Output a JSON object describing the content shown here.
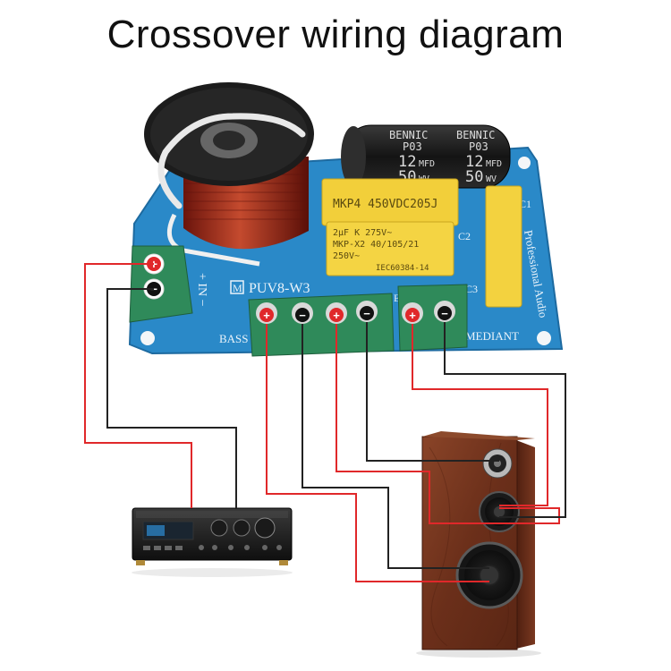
{
  "title": "Crossover wiring diagram",
  "board": {
    "model": "PUV8-W3",
    "model_prefix": "M",
    "bass_label": "BASS",
    "mediant_label": "MEDIANT",
    "in_label": "+ IN −",
    "side_text": "Professional Audio",
    "c1": "C1",
    "c2": "C2",
    "c3": "C3",
    "treble_letter": "E"
  },
  "capacitors": {
    "electrolytic_brand": "BENNIC",
    "electrolytic_code": "P03",
    "electrolytic_value": "12",
    "electrolytic_unit": "MFD",
    "electrolytic_voltage": "50",
    "electrolytic_voltage_unit": "WV",
    "film_main": "MKP4 450VDC205J",
    "film_small_line1": "2μF K 275V~",
    "film_small_line2": "MKP-X2 40/105/21",
    "film_small_line3": "250V~",
    "film_small_line4": "IEC60384-14"
  },
  "terminals": {
    "plus": "+",
    "minus": "−"
  },
  "colors": {
    "positive_wire": "#e0282a",
    "negative_wire": "#222222",
    "board": "#2a89c8",
    "terminal_block": "#2f8a5a",
    "speaker_wood": "#7a3a22"
  }
}
